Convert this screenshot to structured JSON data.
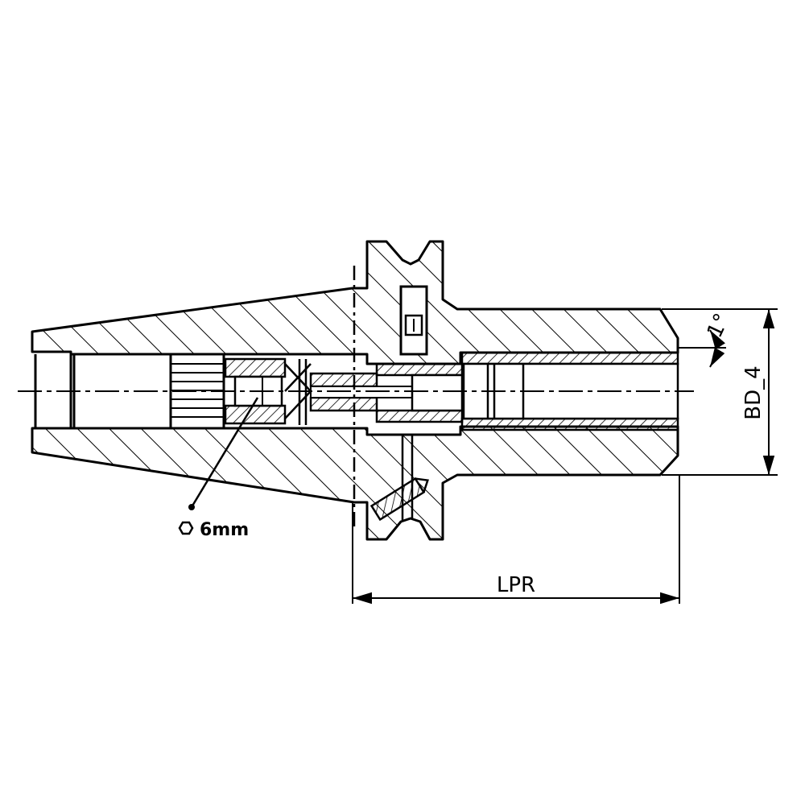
{
  "labels": {
    "hex_note": "6mm",
    "length_dim": "LPR",
    "diameter_dim": "BD_4",
    "angle_dim": "1°"
  },
  "colors": {
    "ink": "#000000",
    "paper": "#ffffff"
  },
  "icons": {
    "hex_symbol": "hexagon-icon"
  }
}
